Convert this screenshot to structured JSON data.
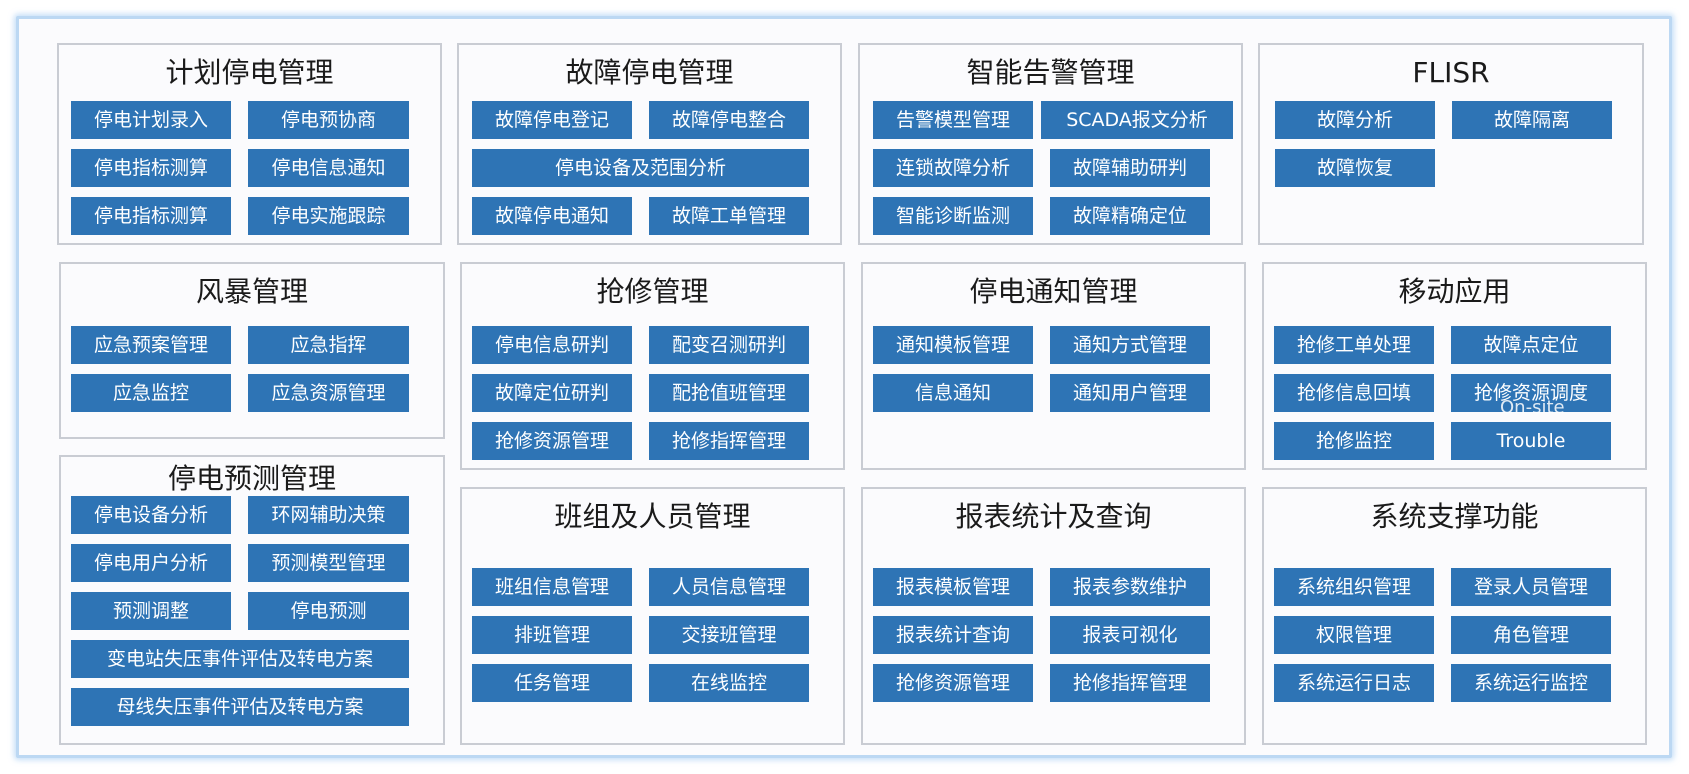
{
  "panels": {
    "plan_outage": {
      "title": "计划停电管理",
      "items": [
        "停电计划录入",
        "停电预协商",
        "停电指标测算",
        "停电信息通知",
        "停电指标测算",
        "停电实施跟踪"
      ]
    },
    "fault_outage": {
      "title": "故障停电管理",
      "items": [
        "故障停电登记",
        "故障停电整合",
        "停电设备及范围分析",
        "故障停电通知",
        "故障工单管理"
      ]
    },
    "smart_alarm": {
      "title": "智能告警管理",
      "items": [
        "告警模型管理",
        "SCADA报文分析",
        "连锁故障分析",
        "故障辅助研判",
        "智能诊断监测",
        "故障精确定位"
      ]
    },
    "flisr": {
      "title": "FLISR",
      "items": [
        "故障分析",
        "故障隔离",
        "故障恢复"
      ]
    },
    "storm": {
      "title": "风暴管理",
      "items": [
        "应急预案管理",
        "应急指挥",
        "应急监控",
        "应急资源管理"
      ]
    },
    "repair": {
      "title": "抢修管理",
      "items": [
        "停电信息研判",
        "配变召测研判",
        "故障定位研判",
        "配抢值班管理",
        "抢修资源管理",
        "抢修指挥管理"
      ]
    },
    "notice": {
      "title": "停电通知管理",
      "items": [
        "通知模板管理",
        "通知方式管理",
        "信息通知",
        "通知用户管理"
      ]
    },
    "mobile": {
      "title": "移动应用",
      "items": [
        "抢修工单处理",
        "故障点定位",
        "抢修信息回填",
        "抢修资源调度",
        "抢修监控",
        "Trouble"
      ],
      "overlay_text": "On-site"
    },
    "forecast": {
      "title": "停电预测管理",
      "items": [
        "停电设备分析",
        "环网辅助决策",
        "停电用户分析",
        "预测模型管理",
        "预测调整",
        "停电预测",
        "变电站失压事件评估及转电方案",
        "母线失压事件评估及转电方案"
      ]
    },
    "team": {
      "title": "班组及人员管理",
      "items": [
        "班组信息管理",
        "人员信息管理",
        "排班管理",
        "交接班管理",
        "任务管理",
        "在线监控"
      ]
    },
    "report": {
      "title": "报表统计及查询",
      "items": [
        "报表模板管理",
        "报表参数维护",
        "报表统计查询",
        "报表可视化",
        "抢修资源管理",
        "抢修指挥管理"
      ]
    },
    "system": {
      "title": "系统支撑功能",
      "items": [
        "系统组织管理",
        "登录人员管理",
        "权限管理",
        "角色管理",
        "系统运行日志",
        "系统运行监控"
      ]
    }
  },
  "colors": {
    "button_bg": "#2e74b5",
    "button_text": "#ffffff",
    "panel_border": "#c9ccd3",
    "frame_border": "#bcd8f3"
  }
}
